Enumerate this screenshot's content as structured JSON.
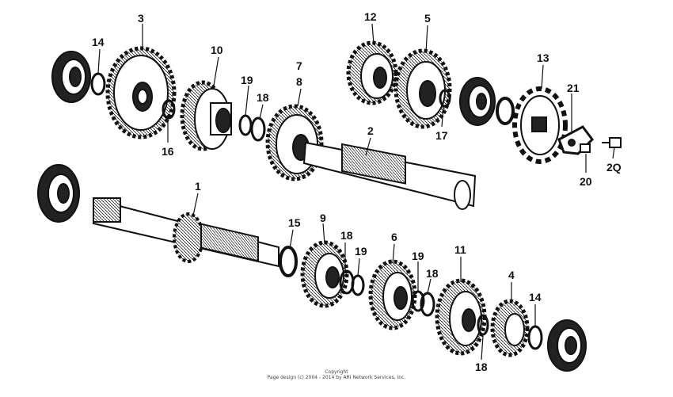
{
  "diagram": {
    "part_numbers": [
      "1",
      "2",
      "3",
      "4",
      "5",
      "6",
      "7",
      "8",
      "9",
      "10",
      "11",
      "12",
      "13",
      "14",
      "14",
      "15",
      "16",
      "17",
      "18",
      "18",
      "18",
      "18",
      "19",
      "19",
      "19",
      "20",
      "21",
      "2Q"
    ]
  },
  "footer": {
    "copyright": "Copyright",
    "line": "Page design (c) 2004 - 2014 by ARI Network Services, Inc."
  }
}
